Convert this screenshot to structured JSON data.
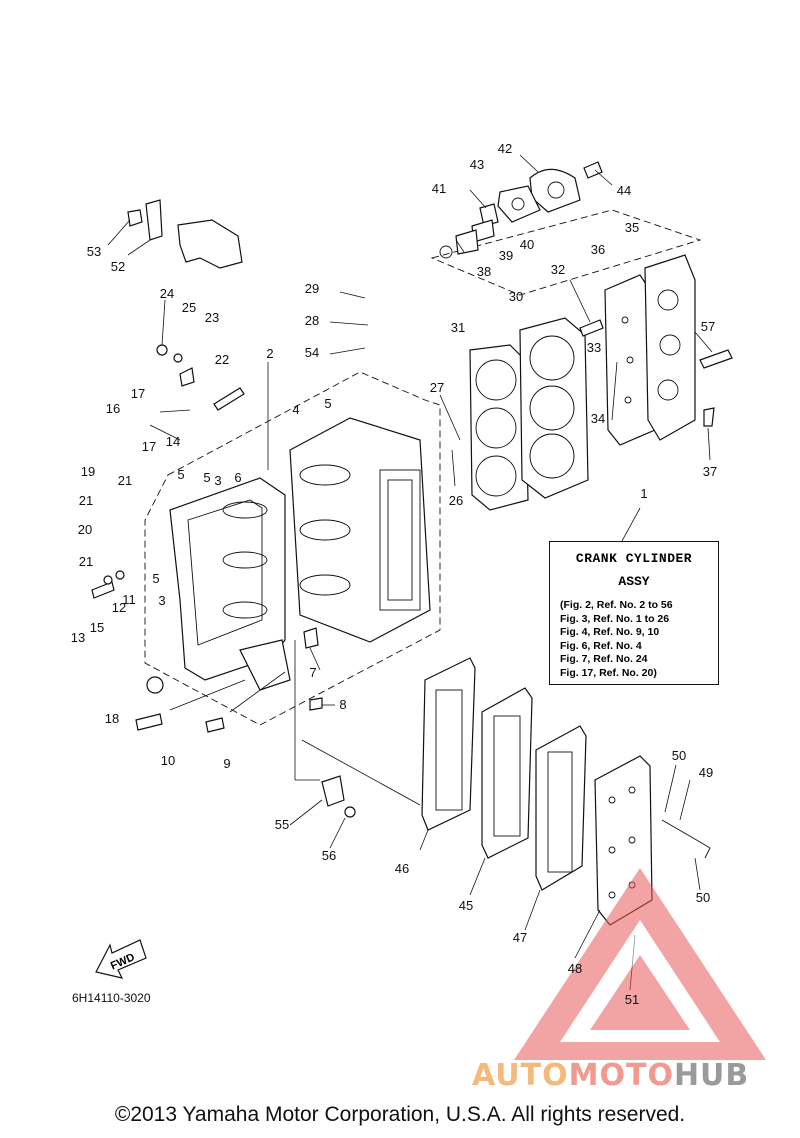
{
  "diagram_code": "6H14110-3020",
  "fwd_label": "FWD",
  "reference_box": {
    "title": "CRANK CYLINDER",
    "subtitle": "ASSY",
    "lines": [
      "(Fig. 2, Ref. No. 2 to 56",
      "Fig. 3, Ref. No. 1 to 26",
      "Fig. 4, Ref. No. 9, 10",
      "Fig. 6, Ref. No. 4",
      "Fig. 7, Ref. No. 24",
      "Fig. 17, Ref. No. 20)"
    ]
  },
  "watermark": {
    "part1": "AUTO",
    "part2": "MOTO",
    "part3": "HUB",
    "color1": "#f4b97d",
    "color2": "#f19a8f",
    "color3": "#9a9a9a"
  },
  "copyright": "©2013 Yamaha Motor Corporation, U.S.A. All rights reserved.",
  "callouts": [
    "1",
    "2",
    "3",
    "3",
    "4",
    "5",
    "5",
    "5",
    "5",
    "6",
    "7",
    "8",
    "9",
    "10",
    "11",
    "12",
    "13",
    "14",
    "15",
    "16",
    "17",
    "17",
    "18",
    "19",
    "20",
    "21",
    "21",
    "21",
    "22",
    "23",
    "24",
    "25",
    "26",
    "27",
    "28",
    "29",
    "30",
    "31",
    "32",
    "33",
    "34",
    "35",
    "36",
    "37",
    "38",
    "39",
    "40",
    "41",
    "42",
    "43",
    "44",
    "45",
    "46",
    "47",
    "48",
    "49",
    "50",
    "50",
    "51",
    "52",
    "53",
    "54",
    "55",
    "56",
    "57"
  ]
}
